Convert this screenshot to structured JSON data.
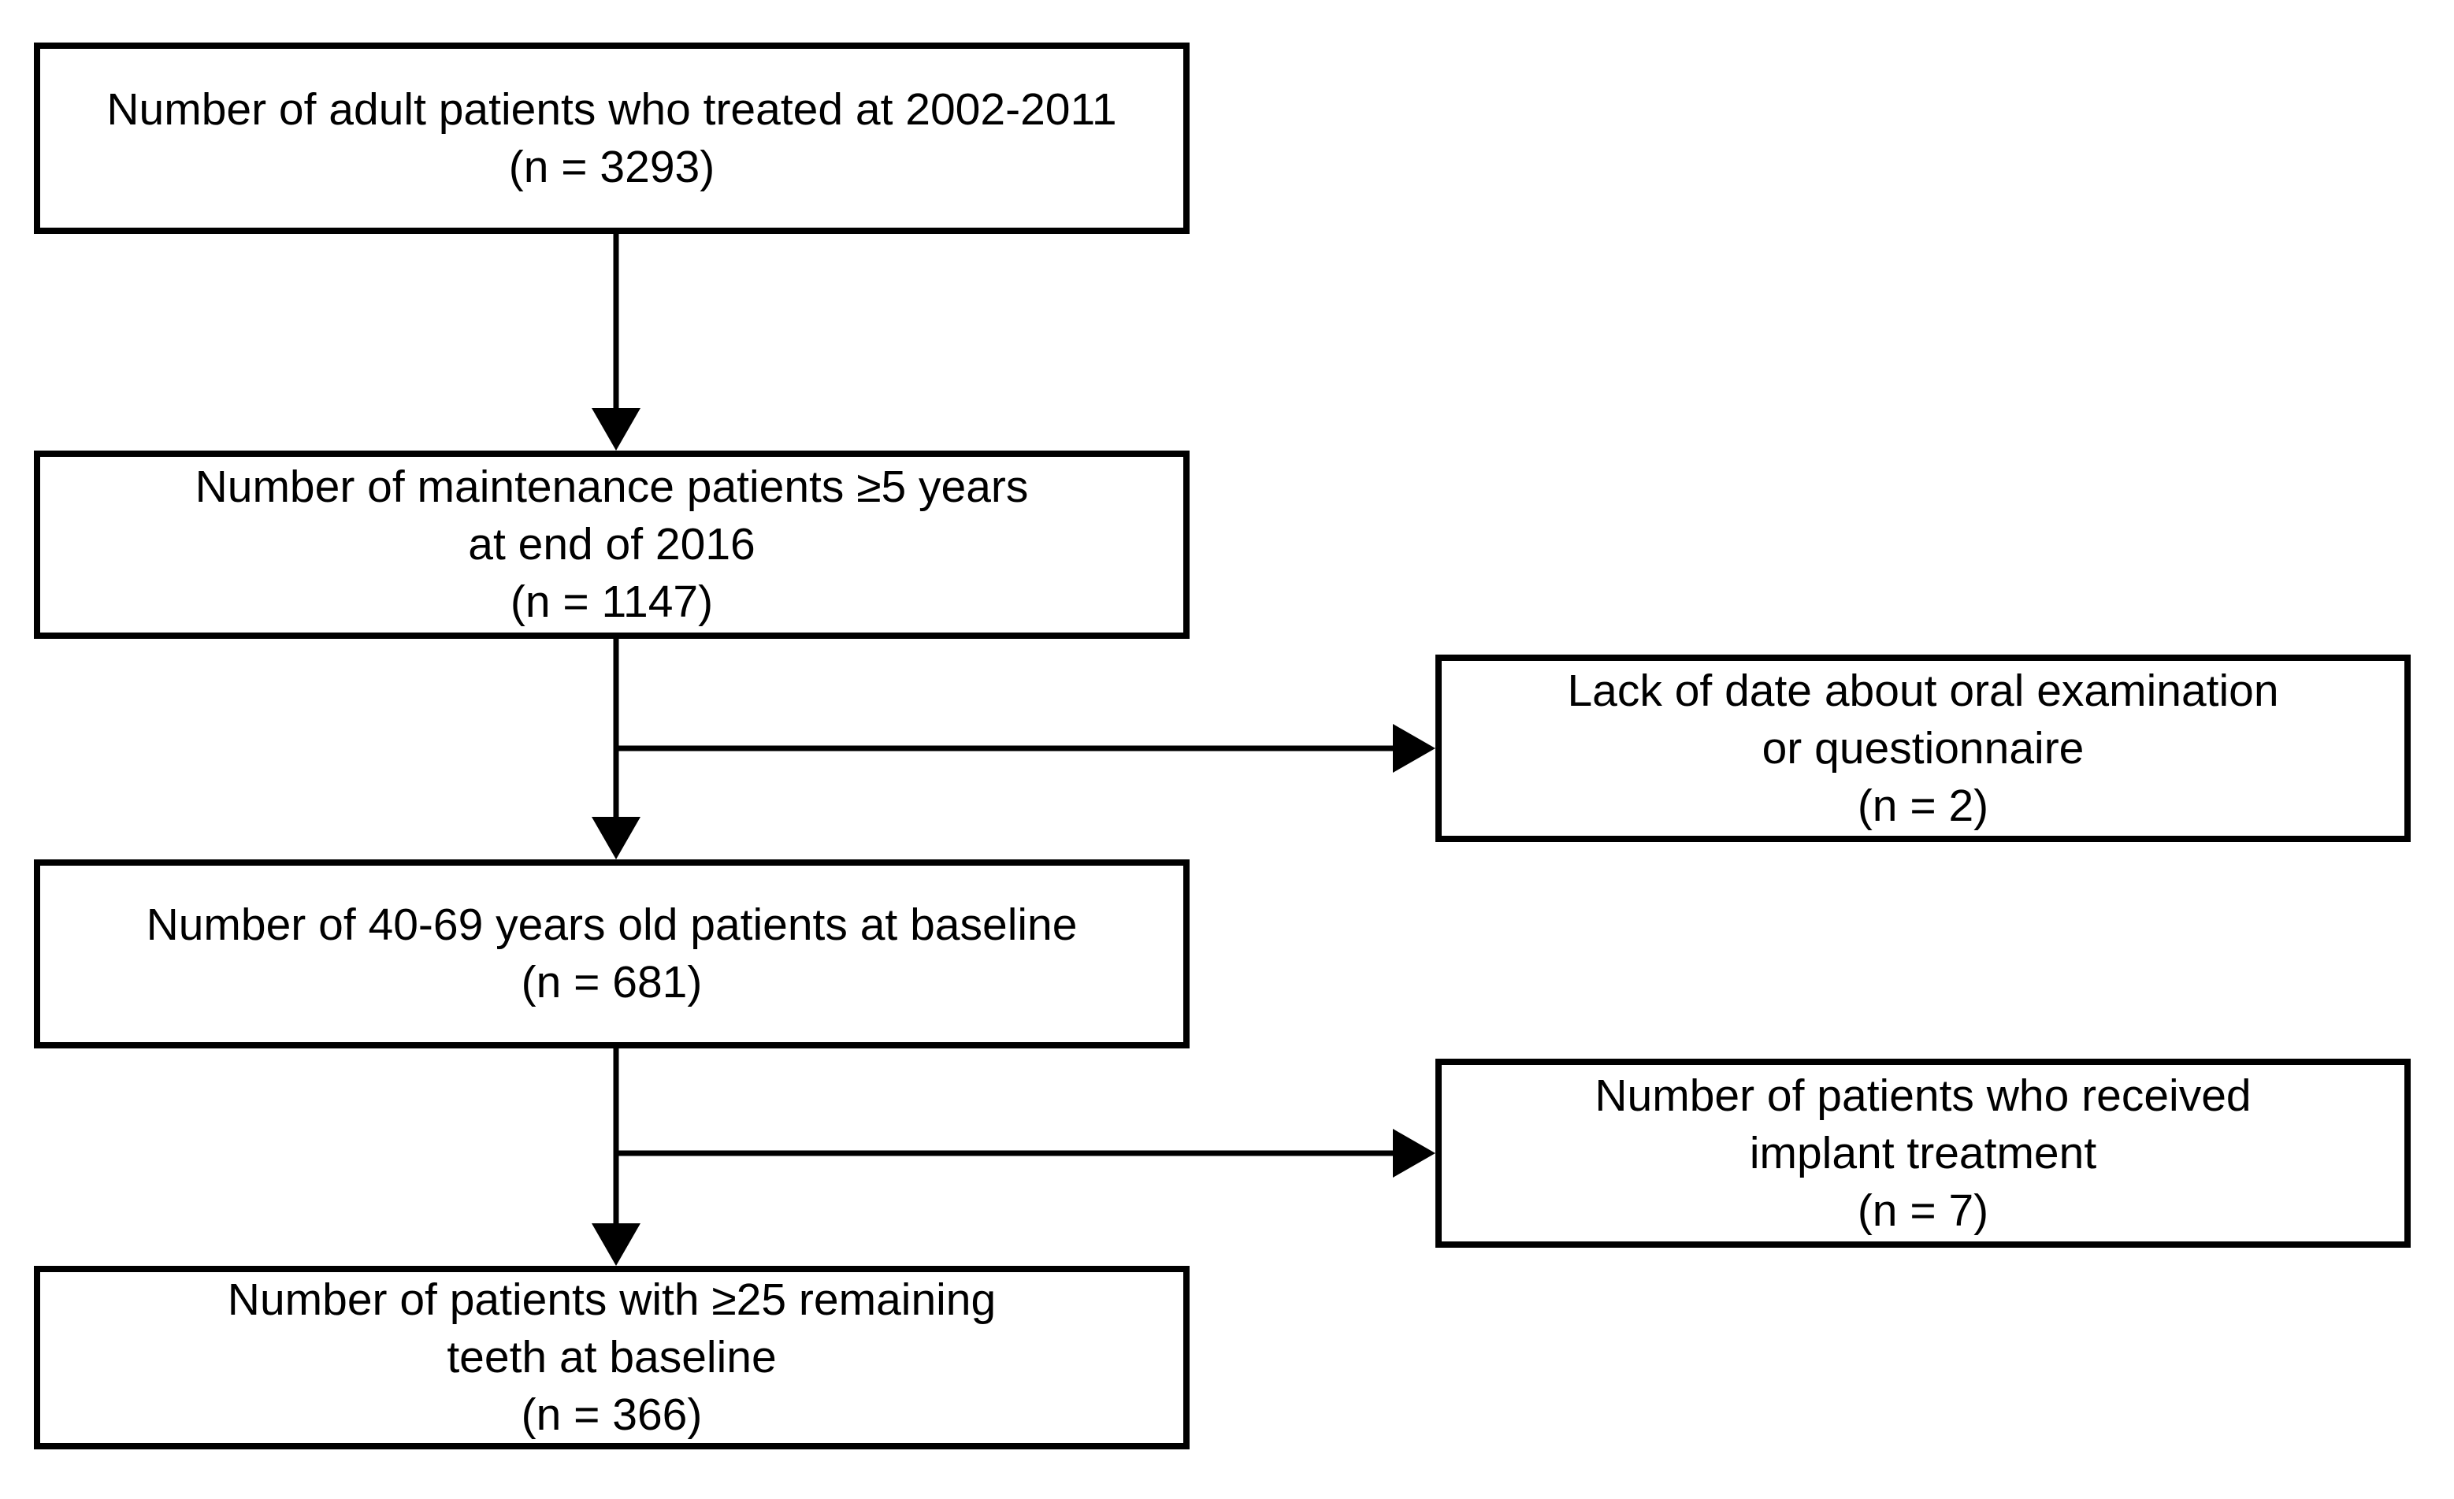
{
  "figure": {
    "type": "flowchart",
    "background_color": "#ffffff",
    "line_color": "#000000",
    "boxes": [
      {
        "id": "adult-patients",
        "lines": [
          "Number of adult patients who treated at 2002-2011",
          "(n = 3293)"
        ]
      },
      {
        "id": "maintenance-patients",
        "lines": [
          "Number of maintenance patients ≥5 years",
          "at end of 2016",
          "(n = 1147)"
        ]
      },
      {
        "id": "lack-of-data",
        "lines": [
          "Lack of date about oral examination",
          "or questionnaire",
          "(n = 2)"
        ]
      },
      {
        "id": "patients-40-69",
        "lines": [
          "Number of 40-69 years old patients at baseline",
          "(n = 681)"
        ]
      },
      {
        "id": "implant-treatment",
        "lines": [
          "Number of patients who received",
          "implant treatment",
          "(n = 7)"
        ]
      },
      {
        "id": "remaining-teeth",
        "lines": [
          "Number of patients with ≥25 remaining",
          "teeth at baseline",
          "(n = 366)"
        ]
      }
    ],
    "edges": [
      {
        "from": "adult-patients",
        "to": "maintenance-patients"
      },
      {
        "from": "maintenance-patients",
        "to": "patients-40-69"
      },
      {
        "from": "maintenance-patients",
        "to": "lack-of-data"
      },
      {
        "from": "patients-40-69",
        "to": "remaining-teeth"
      },
      {
        "from": "patients-40-69",
        "to": "implant-treatment"
      }
    ]
  }
}
